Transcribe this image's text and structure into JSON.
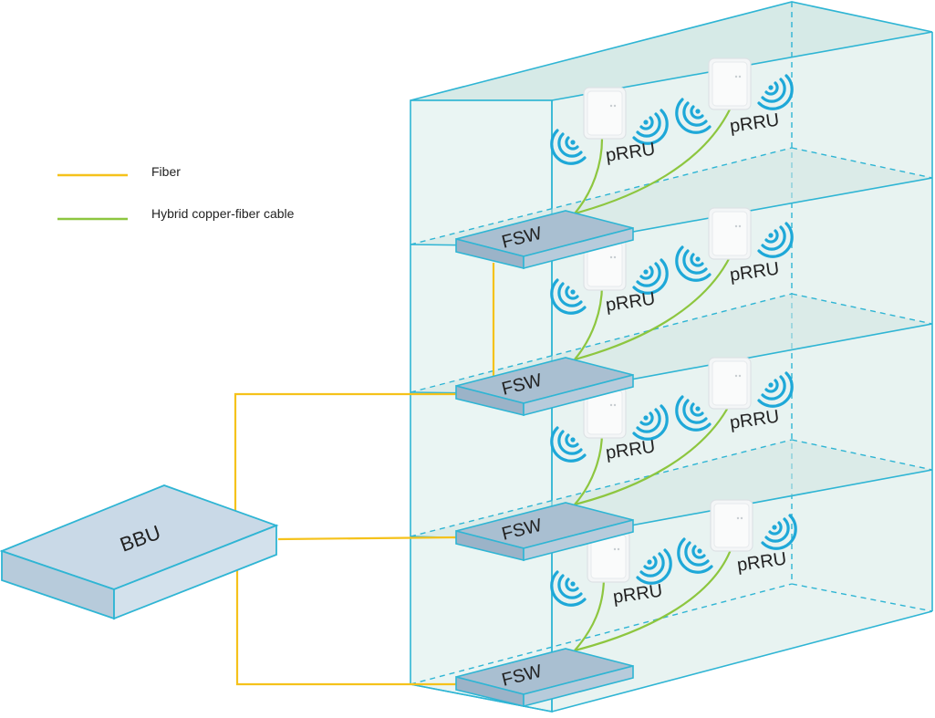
{
  "legend": {
    "items": [
      {
        "label": "Fiber",
        "color": "#f5c21b"
      },
      {
        "label": "Hybrid copper-fiber cable",
        "color": "#8dc63f"
      }
    ]
  },
  "bbu": {
    "label": "BBU"
  },
  "fsw": [
    {
      "label": "FSW"
    },
    {
      "label": "FSW"
    },
    {
      "label": "FSW"
    },
    {
      "label": "FSW"
    }
  ],
  "prru": [
    {
      "label": "pRRU"
    },
    {
      "label": "pRRU"
    },
    {
      "label": "pRRU"
    },
    {
      "label": "pRRU"
    },
    {
      "label": "pRRU"
    },
    {
      "label": "pRRU"
    },
    {
      "label": "pRRU"
    },
    {
      "label": "pRRU"
    }
  ],
  "colors": {
    "building_edge": "#2fb5d4",
    "building_fill": "#cfe6e2",
    "device_fill": "#a9bfd1",
    "bbu_fill": "#c9d9e7",
    "wifi": "#1ea8d8",
    "fiber": "#f5c21b",
    "hybrid": "#8dc63f"
  },
  "icons": [
    "wifi-signal-icon",
    "prru-device-icon"
  ]
}
